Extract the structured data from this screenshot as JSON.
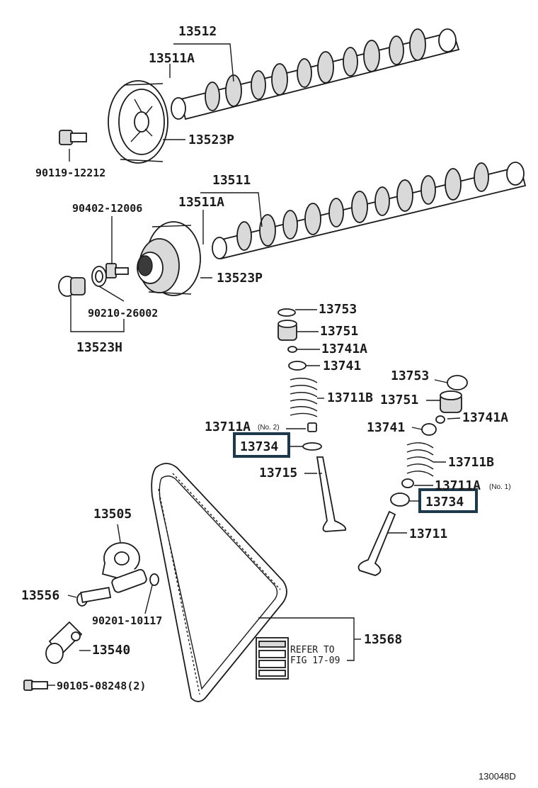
{
  "diagram": {
    "labels": {
      "camshaft_exhaust": "13512",
      "camshaft_exhaust_pin": "13511A",
      "sprocket_top": "13523P",
      "bolt_top": "90119-12212",
      "camshaft_intake": "13511",
      "camshaft_intake_pin": "13511A",
      "bolt_mid": "90402-12006",
      "sprocket_mid": "13523P",
      "washer_mid": "90210-26002",
      "sprocket_kit": "13523H",
      "shim_left": "13753",
      "lifter_left": "13751",
      "keeper_left": "13741A",
      "retainer_left": "13741",
      "spring_left": "13711B",
      "seal_left": "13711A",
      "seal_left_note": "(No. 2)",
      "highlight_left": "13734",
      "valve_left": "13715",
      "shim_right": "13753",
      "lifter_right": "13751",
      "keeper_right": "13741A",
      "retainer_right": "13741",
      "spring_right": "13711B",
      "seal_right": "13711A",
      "seal_right_note": "(No. 1)",
      "highlight_right": "13734",
      "valve_right": "13711",
      "tensioner_pulley": "13505",
      "bolt_pulley": "13556",
      "bushing": "90201-10117",
      "tensioner": "13540",
      "bolt_tensioner": "90105-08248(2)",
      "timing_belt": "13568",
      "refer_line1": "REFER TO",
      "refer_line2": "FIG 17-09"
    },
    "figure_code": "130048D",
    "highlight_color": "#1e3a4a"
  }
}
